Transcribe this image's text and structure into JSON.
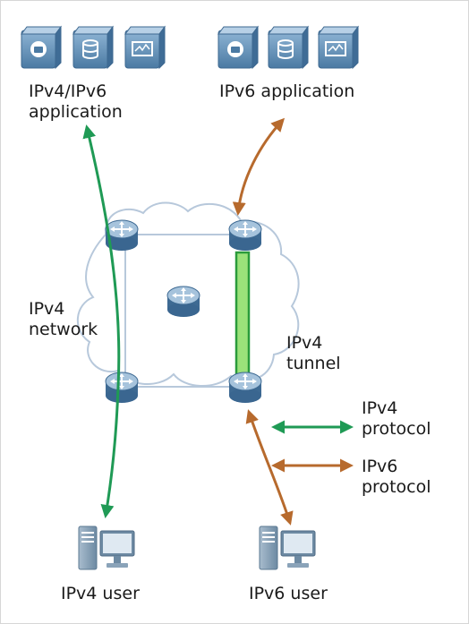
{
  "labels": {
    "app_left_line1": "IPv4/IPv6",
    "app_left_line2": "application",
    "app_right": "IPv6 application",
    "network_line1": "IPv4",
    "network_line2": "network",
    "tunnel_line1": "IPv4",
    "tunnel_line2": "tunnel",
    "legend_ipv4_line1": "IPv4",
    "legend_ipv4_line2": "protocol",
    "legend_ipv6_line1": "IPv6",
    "legend_ipv6_line2": "protocol",
    "user_left": "IPv4 user",
    "user_right": "IPv6 user"
  },
  "colors": {
    "ipv4_protocol": "#1f9a55",
    "ipv6_protocol": "#b76a2d",
    "tunnel_fill": "#9be27a",
    "tunnel_border": "#2a9b3b",
    "router": "#5a84aa",
    "server": "#5f8eb6",
    "cloud": "#b7c8db"
  },
  "icons": {
    "server_group": [
      "camera-server-icon",
      "database-server-icon",
      "monitor-server-icon"
    ],
    "router": "router-icon",
    "user": "pc-user-icon"
  }
}
